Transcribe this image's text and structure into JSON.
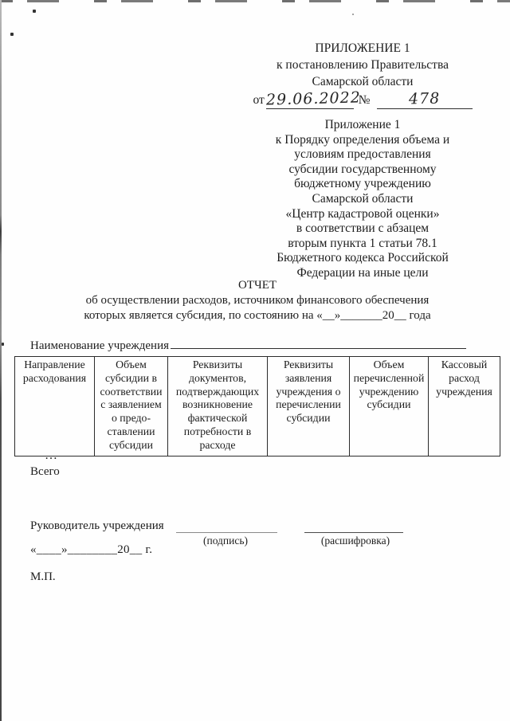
{
  "header_right": {
    "lines": [
      "ПРИЛОЖЕНИЕ 1",
      "к постановлению Правительства",
      "Самарской области"
    ],
    "date_prefix": "от",
    "date_value": "29.06.2022",
    "number_sign": "№",
    "number_value": "478"
  },
  "appendix": {
    "lines": [
      "Приложение 1",
      "к Порядку определения объема и",
      "условиям предоставления",
      "субсидии государственному",
      "бюджетному учреждению",
      "Самарской области",
      "«Центр кадастровой оценки»",
      "в соответствии с абзацем",
      "вторым пункта 1 статьи 78.1",
      "Бюджетного кодекса Российской",
      "Федерации на иные цели"
    ]
  },
  "report": {
    "title": "ОТЧЕТ",
    "subtitle_line1": "об осуществлении расходов, источником финансового обеспечения",
    "subtitle_line2": "которых является субсидия, по состоянию на «__»_______20__ года"
  },
  "org": {
    "label": "Наименование учреждения"
  },
  "table": {
    "columns": [
      "Направление расходования",
      "Объем субсидии в соответствии с заявлением о предо-ставлении субсидии",
      "Реквизиты документов, подтверждающих возникновение фактической потребности в расходе",
      "Реквизиты заявления учреждения о перечислении субсидии",
      "Объем перечисленной учреждению субсидии",
      "Кассовый расход учреждения"
    ]
  },
  "totals": {
    "ellipsis": "…",
    "total_label": "Всего"
  },
  "signature": {
    "head_label": "Руководитель учреждения",
    "sign_caption": "(подпись)",
    "name_caption": "(расшифровка)",
    "date_line": "«____»________20__ г.",
    "stamp": "М.П."
  }
}
